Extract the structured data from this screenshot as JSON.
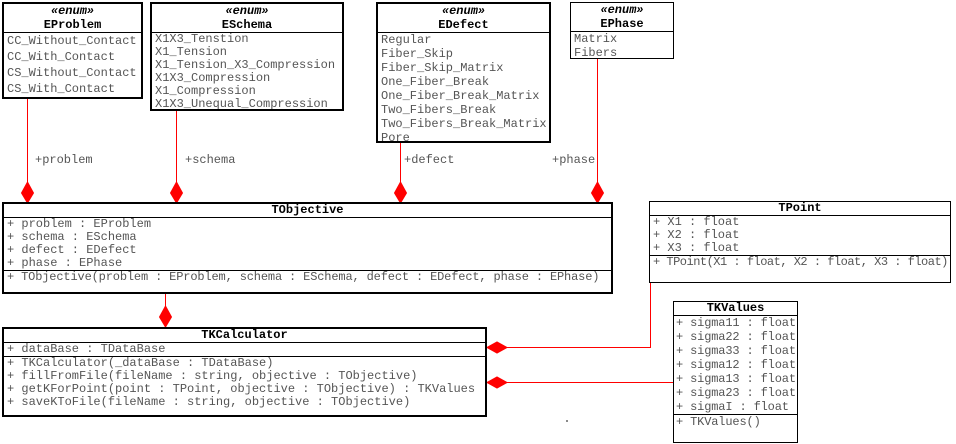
{
  "diagram": {
    "accent_red": "#ff0000",
    "line_black": "#000000",
    "member_gray": "#555555"
  },
  "classes": {
    "eproblem": {
      "stereotype": "«enum»",
      "name": "EProblem",
      "values": [
        "CC_Without_Contact",
        "CC_With_Contact",
        "CS_Without_Contact",
        "CS_With_Contact"
      ]
    },
    "eschema": {
      "stereotype": "«enum»",
      "name": "ESchema",
      "values": [
        "X1X3_Tenstion",
        "X1_Tension",
        "X1_Tension_X3_Compression",
        "X1X3_Compression",
        "X1_Compression",
        "X1X3_Unequal_Compression"
      ]
    },
    "edefect": {
      "stereotype": "«enum»",
      "name": "EDefect",
      "values": [
        "Regular",
        "Fiber_Skip",
        "Fiber_Skip_Matrix",
        "One_Fiber_Break",
        "One_Fiber_Break_Matrix",
        "Two_Fibers_Break",
        "Two_Fibers_Break_Matrix",
        "Pore"
      ]
    },
    "ephase": {
      "stereotype": "«enum»",
      "name": "EPhase",
      "values": [
        "Matrix",
        "Fibers"
      ]
    },
    "tobjective": {
      "name": "TObjective",
      "attributes": [
        "+ problem : EProblem",
        "+ schema : ESchema",
        "+ defect : EDefect",
        "+ phase : EPhase"
      ],
      "methods": [
        "+ TObjective(problem : EProblem, schema : ESchema, defect : EDefect, phase : EPhase)"
      ]
    },
    "tkcalculator": {
      "name": "TKCalculator",
      "attributes": [
        "+ dataBase : TDataBase"
      ],
      "methods": [
        "+ TKCalculator(_dataBase : TDataBase)",
        "+ fillFromFile(fileName : string, objective : TObjective)",
        "+ getKForPoint(point : TPoint, objective : TObjective) : TKValues",
        "+ saveKToFile(fileName : string, objective : TObjective)"
      ]
    },
    "tpoint": {
      "name": "TPoint",
      "attributes": [
        "+ X1 : float",
        "+ X2 : float",
        "+ X3 : float"
      ],
      "methods": [
        "+ TPoint(X1 : float, X2 : float, X3 : float)"
      ]
    },
    "tkvalues": {
      "name": "TKValues",
      "attributes": [
        "+ sigma11 : float",
        "+ sigma22 : float",
        "+ sigma33 : float",
        "+ sigma12 : float",
        "+ sigma13 : float",
        "+ sigma23 : float",
        "+ sigmaI : float"
      ],
      "methods": [
        "+ TKValues()"
      ]
    }
  },
  "relations": {
    "problem": {
      "label": "+problem"
    },
    "schema": {
      "label": "+schema"
    },
    "defect": {
      "label": "+defect"
    },
    "phase": {
      "label": "+phase"
    }
  }
}
